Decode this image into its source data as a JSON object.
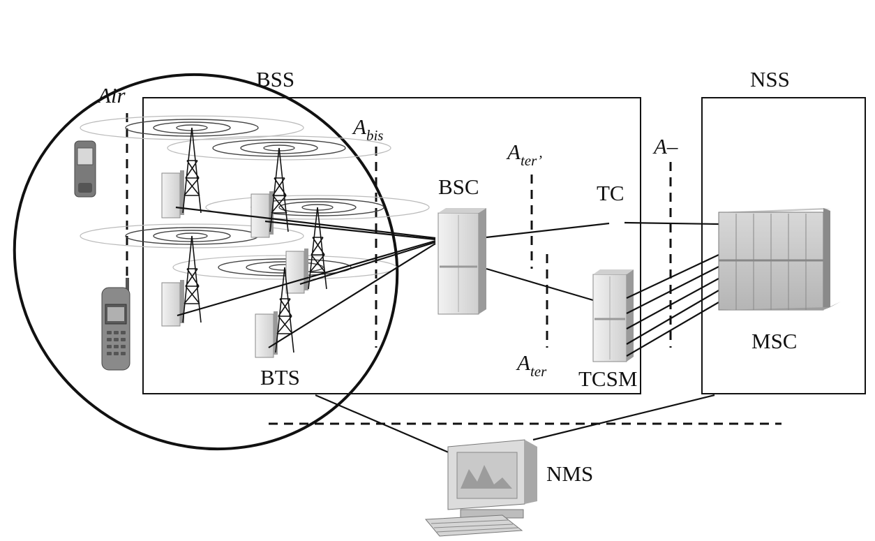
{
  "labels": {
    "air": "Air",
    "bss": "BSS",
    "nss": "NSS",
    "abis_main": "A",
    "abis_sub": "bis",
    "ater_prime_main": "A",
    "ater_prime_sub": "ter’",
    "ater_main": "A",
    "ater_sub": "ter",
    "a_interface": "A–",
    "bsc": "BSC",
    "tc": "TC",
    "tcsm": "TCSM",
    "msc": "MSC",
    "bts": "BTS",
    "nms": "NMS"
  },
  "colors": {
    "line": "#111111",
    "equipment_light": "#e6e6e6",
    "equipment_mid": "#bdbdbd",
    "equipment_dark": "#8a8a8a",
    "phone_body": "#7a7a7a"
  },
  "icons": {
    "mobile_phone": "mobile-phone-icon",
    "bts_tower": "antenna-tower-icon",
    "bts_cabinet": "bts-cabinet-icon",
    "bsc_cabinet": "bsc-cabinet-icon",
    "tcsm_cabinet": "tcsm-cabinet-icon",
    "msc_rack": "msc-rack-icon",
    "nms_workstation": "computer-workstation-icon"
  }
}
